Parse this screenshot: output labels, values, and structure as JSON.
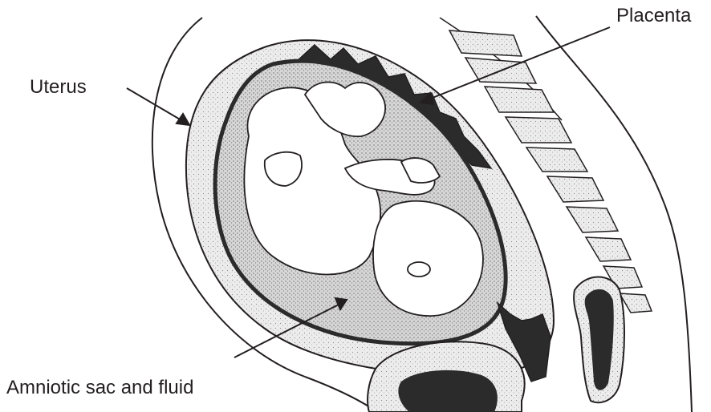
{
  "labels": {
    "uterus": "Uterus",
    "placenta": "Placenta",
    "amniotic": "Amniotic sac and fluid"
  },
  "colors": {
    "ink": "#231f20",
    "tissue_fill": "#e4e4e4",
    "fluid_fill": "#d2d2d2",
    "dark_tissue": "#2b2b2b",
    "background": "#ffffff"
  }
}
